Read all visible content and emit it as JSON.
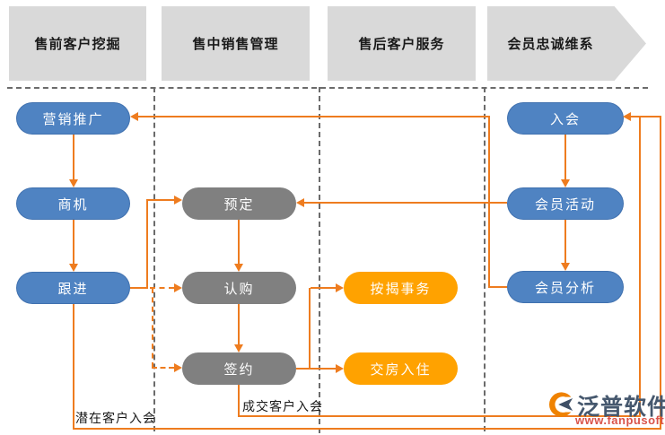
{
  "headers": {
    "presale": "售前客户挖掘",
    "insale": "售中销售管理",
    "aftersale": "售后客户服务",
    "loyalty": "会员忠诚维系"
  },
  "nodes": {
    "marketing": "营销推广",
    "opportunity": "商机",
    "follow": "跟进",
    "reserve": "预定",
    "subscribe": "认购",
    "sign": "签约",
    "mortgage": "按揭事务",
    "handover": "交房入住",
    "join": "入会",
    "activity": "会员活动",
    "analysis": "会员分析"
  },
  "edge_labels": {
    "potential": "潜在客户入会",
    "deal": "成交客户入会"
  },
  "logo": {
    "brand": "泛普软件",
    "site": "www.fanpusoft.com"
  },
  "colors": {
    "blue-node": "#4f83c2",
    "gray-node": "#808080",
    "orange-node": "#ffa200",
    "line": "#ee7c1f",
    "header-bg": "#d9d9d9",
    "divider": "#6b6b6b",
    "brand-text": "#46586e",
    "site-text": "#d9534a"
  }
}
